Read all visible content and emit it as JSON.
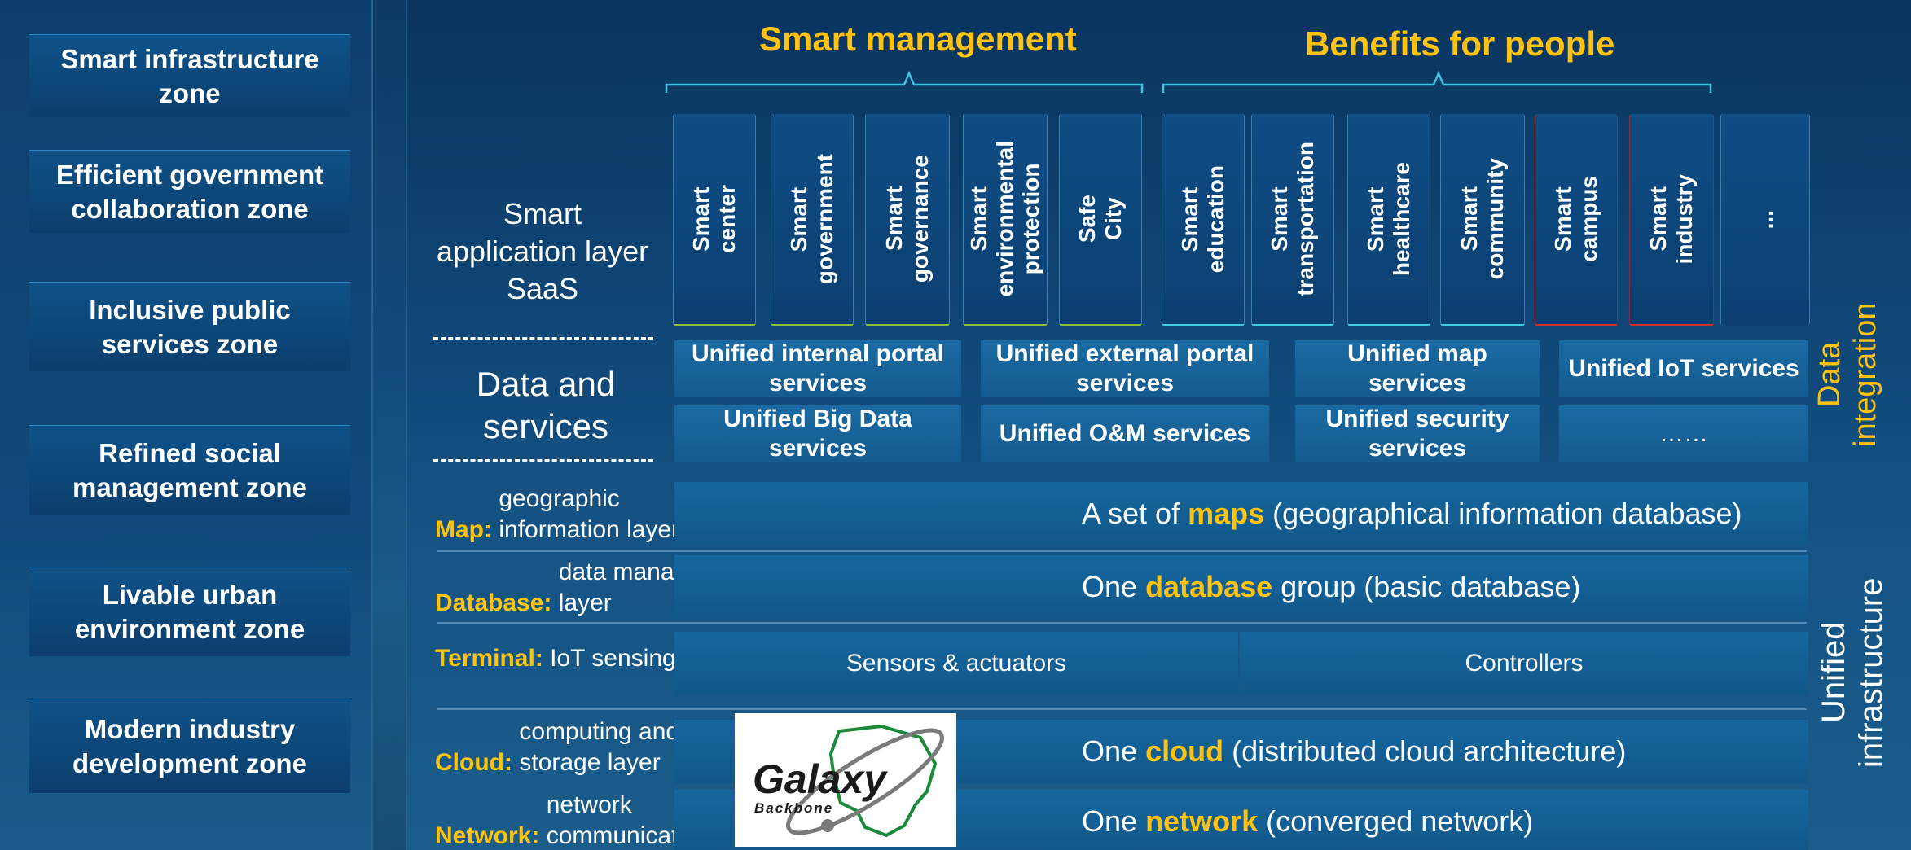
{
  "zones": [
    "Smart infrastructure zone",
    "Efficient government collaboration zone",
    "Inclusive public services zone",
    "Refined social management zone",
    "Livable urban environment zone",
    "Modern industry development zone"
  ],
  "headings": {
    "smart_management": "Smart management",
    "benefits": "Benefits for people"
  },
  "layer_titles": {
    "app_layer": [
      "Smart",
      "application layer",
      "SaaS"
    ],
    "data_layer": [
      "Data and",
      "services"
    ]
  },
  "apps": [
    [
      "Smart",
      "center"
    ],
    [
      "Smart",
      "government"
    ],
    [
      "Smart",
      "governance"
    ],
    [
      "Smart",
      "environmental",
      "protection"
    ],
    [
      "Safe",
      "City"
    ],
    [
      "Smart",
      "education"
    ],
    [
      "Smart",
      "transportation"
    ],
    [
      "Smart",
      "healthcare"
    ],
    [
      "Smart",
      "community"
    ],
    [
      "Smart",
      "campus"
    ],
    [
      "Smart",
      "industry"
    ],
    [
      "..."
    ]
  ],
  "services": {
    "row1": [
      "Unified internal portal services",
      "Unified external portal services",
      "Unified map services",
      "Unified IoT services"
    ],
    "row2": [
      "Unified Big Data services",
      "Unified O&M services",
      "Unified security services",
      "……"
    ]
  },
  "layers": {
    "map": {
      "key": "Map:",
      "desc": "geographic information layer"
    },
    "database": {
      "key": "Database:",
      "desc": "data management layer"
    },
    "terminal": {
      "key": "Terminal:",
      "desc": "IoT sensing layer"
    },
    "cloud": {
      "key": "Cloud:",
      "desc": "computing and storage layer"
    },
    "network": {
      "key": "Network:",
      "desc": "network communications layer"
    }
  },
  "bands": {
    "map": {
      "pre": "A set of",
      "key": "maps",
      "post": "(geographical information database)"
    },
    "database": {
      "pre": "One",
      "key": "database",
      "post": "group (basic database)"
    },
    "terminal_left": "Sensors & actuators",
    "terminal_right": "Controllers",
    "cloud": {
      "pre": "One",
      "key": "cloud",
      "post": "(distributed cloud architecture)"
    },
    "network": {
      "pre": "One",
      "key": "network",
      "post": "(converged network)"
    }
  },
  "side_labels": {
    "data_integration": [
      "Data",
      "integration"
    ],
    "unified_infra": [
      "Unified",
      "infrastructure"
    ]
  },
  "logo": {
    "line1": "Galaxy",
    "line2": "Backbone"
  },
  "colors": {
    "accent": "#ffc20e",
    "panel": "#0f4d85",
    "band": "#16679f"
  }
}
